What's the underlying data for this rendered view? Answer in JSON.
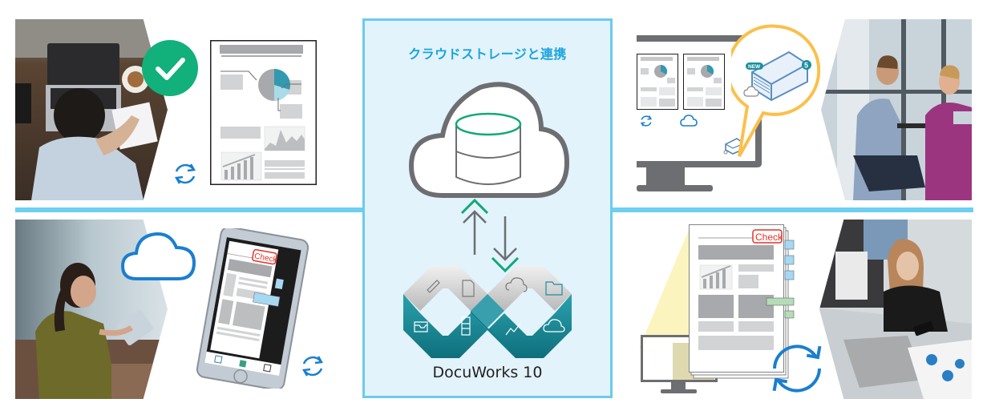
{
  "center": {
    "title": "クラウドストレージと連携",
    "product_name": "DocuWorks 10",
    "icons": [
      "cloud-database-icon",
      "upload-arrow-icon",
      "download-arrow-icon"
    ],
    "logo_icons": [
      "pen-icon",
      "document-icon",
      "cloud-sync-icon",
      "folder-icon",
      "tray-icon",
      "printer-icon",
      "chart-line-icon",
      "cloud-icon"
    ]
  },
  "top_left": {
    "photo": "man-writing-at-laptop-photo",
    "badge": "check-badge",
    "sync": "sync-icon",
    "document": "report-document"
  },
  "bottom_left": {
    "photo": "woman-using-tablet-photo",
    "cloud": "cloud-icon",
    "device": "tablet-device",
    "stamp_text": "Check",
    "sync": "sync-icon"
  },
  "top_right": {
    "photo": "colleagues-meeting-photo",
    "device": "desktop-monitor",
    "bubble_new_label": "NEW",
    "bubble_count": "5",
    "sync": "sync-icon",
    "cloud": "cloud-icon"
  },
  "bottom_right": {
    "photo": "woman-working-on-laptop-photo",
    "stamp_text": "Check",
    "sync": "sync-icon",
    "device": "desktop-monitor"
  },
  "colors": {
    "accent_blue": "#1ba4de",
    "divider_blue": "#6dcff2",
    "panel_bg": "#e2f3fb",
    "green": "#12b07b",
    "teal": "#1b8f9e",
    "sync_blue": "#1a7fcf",
    "check_red": "#e4332a",
    "bubble_yellow": "#fbc04b"
  }
}
